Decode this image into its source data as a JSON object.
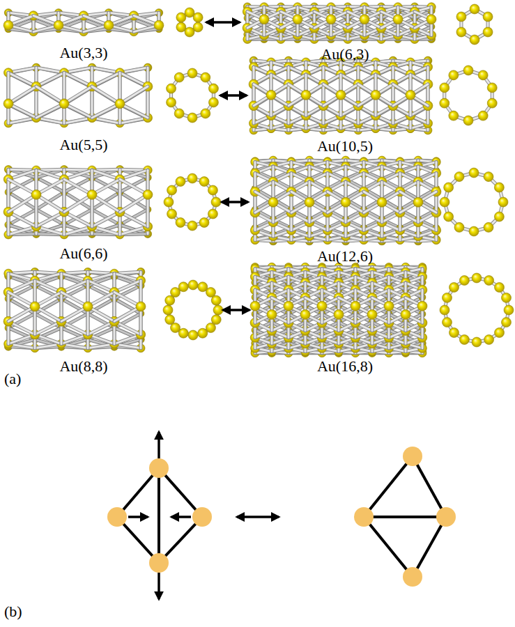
{
  "diagram": {
    "labels": [
      "Au(3,3)",
      "Au(6,3)",
      "Au(5,5)",
      "Au(10,5)",
      "Au(6,6)",
      "Au(12,6)",
      "Au(8,8)",
      "Au(16,8)",
      "(a)",
      "(b)"
    ]
  }
}
